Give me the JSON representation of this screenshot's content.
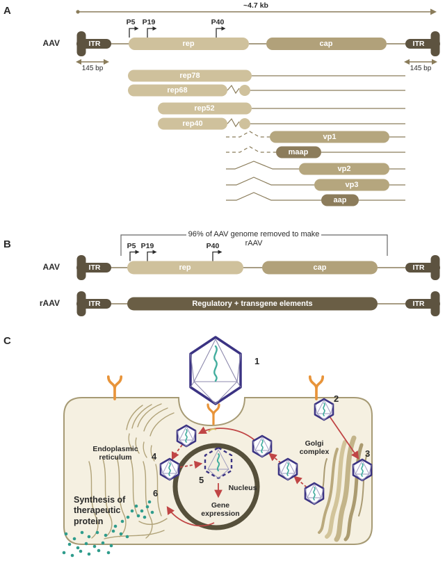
{
  "panel_a": {
    "label": "A",
    "scale_label": "~4.7 kb",
    "genome_label": "AAV",
    "itr_left": "ITR",
    "itr_right": "ITR",
    "bp_left": "145 bp",
    "bp_right": "145 bp",
    "promoters": [
      "P5",
      "P19",
      "P40"
    ],
    "genes": {
      "rep": "rep",
      "cap": "cap"
    },
    "transcripts": [
      "rep78",
      "rep68",
      "rep52",
      "rep40",
      "vp1",
      "maap",
      "vp2",
      "vp3",
      "aap"
    ]
  },
  "panel_b": {
    "label": "B",
    "note": "96% of AAV genome removed to make rAAV",
    "aav_label": "AAV",
    "raav_label": "rAAV",
    "promoters": [
      "P5",
      "P19",
      "P40"
    ],
    "genes": {
      "rep": "rep",
      "cap": "cap"
    },
    "itr": "ITR",
    "raav_bar": "Regulatory + transgene elements"
  },
  "panel_c": {
    "label": "C",
    "steps": [
      "1",
      "2",
      "3",
      "4",
      "5",
      "6"
    ],
    "organelles": {
      "er": "Endoplasmic\nreticulum",
      "golgi": "Golgi\ncomplex",
      "nucleus": "Nucleus",
      "gene_expression": "Gene\nexpression",
      "synthesis": "Synthesis of\ntherapeutic\nprotein"
    }
  },
  "icons": {
    "capsid": "aav-capsid-icon",
    "capsid_uncoating": "uncoating-capsid-icon",
    "receptor": "cell-receptor-icon",
    "promoter_arrow": "promoter-arrow-icon"
  },
  "colors": {
    "light_tan": "#cfc19c",
    "medium_tan": "#b1a17a",
    "dark_brown": "#5d5340",
    "reg_bar_brown": "#6a5e45",
    "maap_brown": "#8c7c5b",
    "line_olive": "#8a7c5a",
    "cell_fill": "#f5f0e1",
    "cell_border": "#a69a74",
    "nucleus_ring": "#56503b",
    "arrow_red": "#c04545",
    "receptor_orange": "#e8943a",
    "capsid_indigo": "#3b3383",
    "genome_teal": "#43ae9e"
  }
}
